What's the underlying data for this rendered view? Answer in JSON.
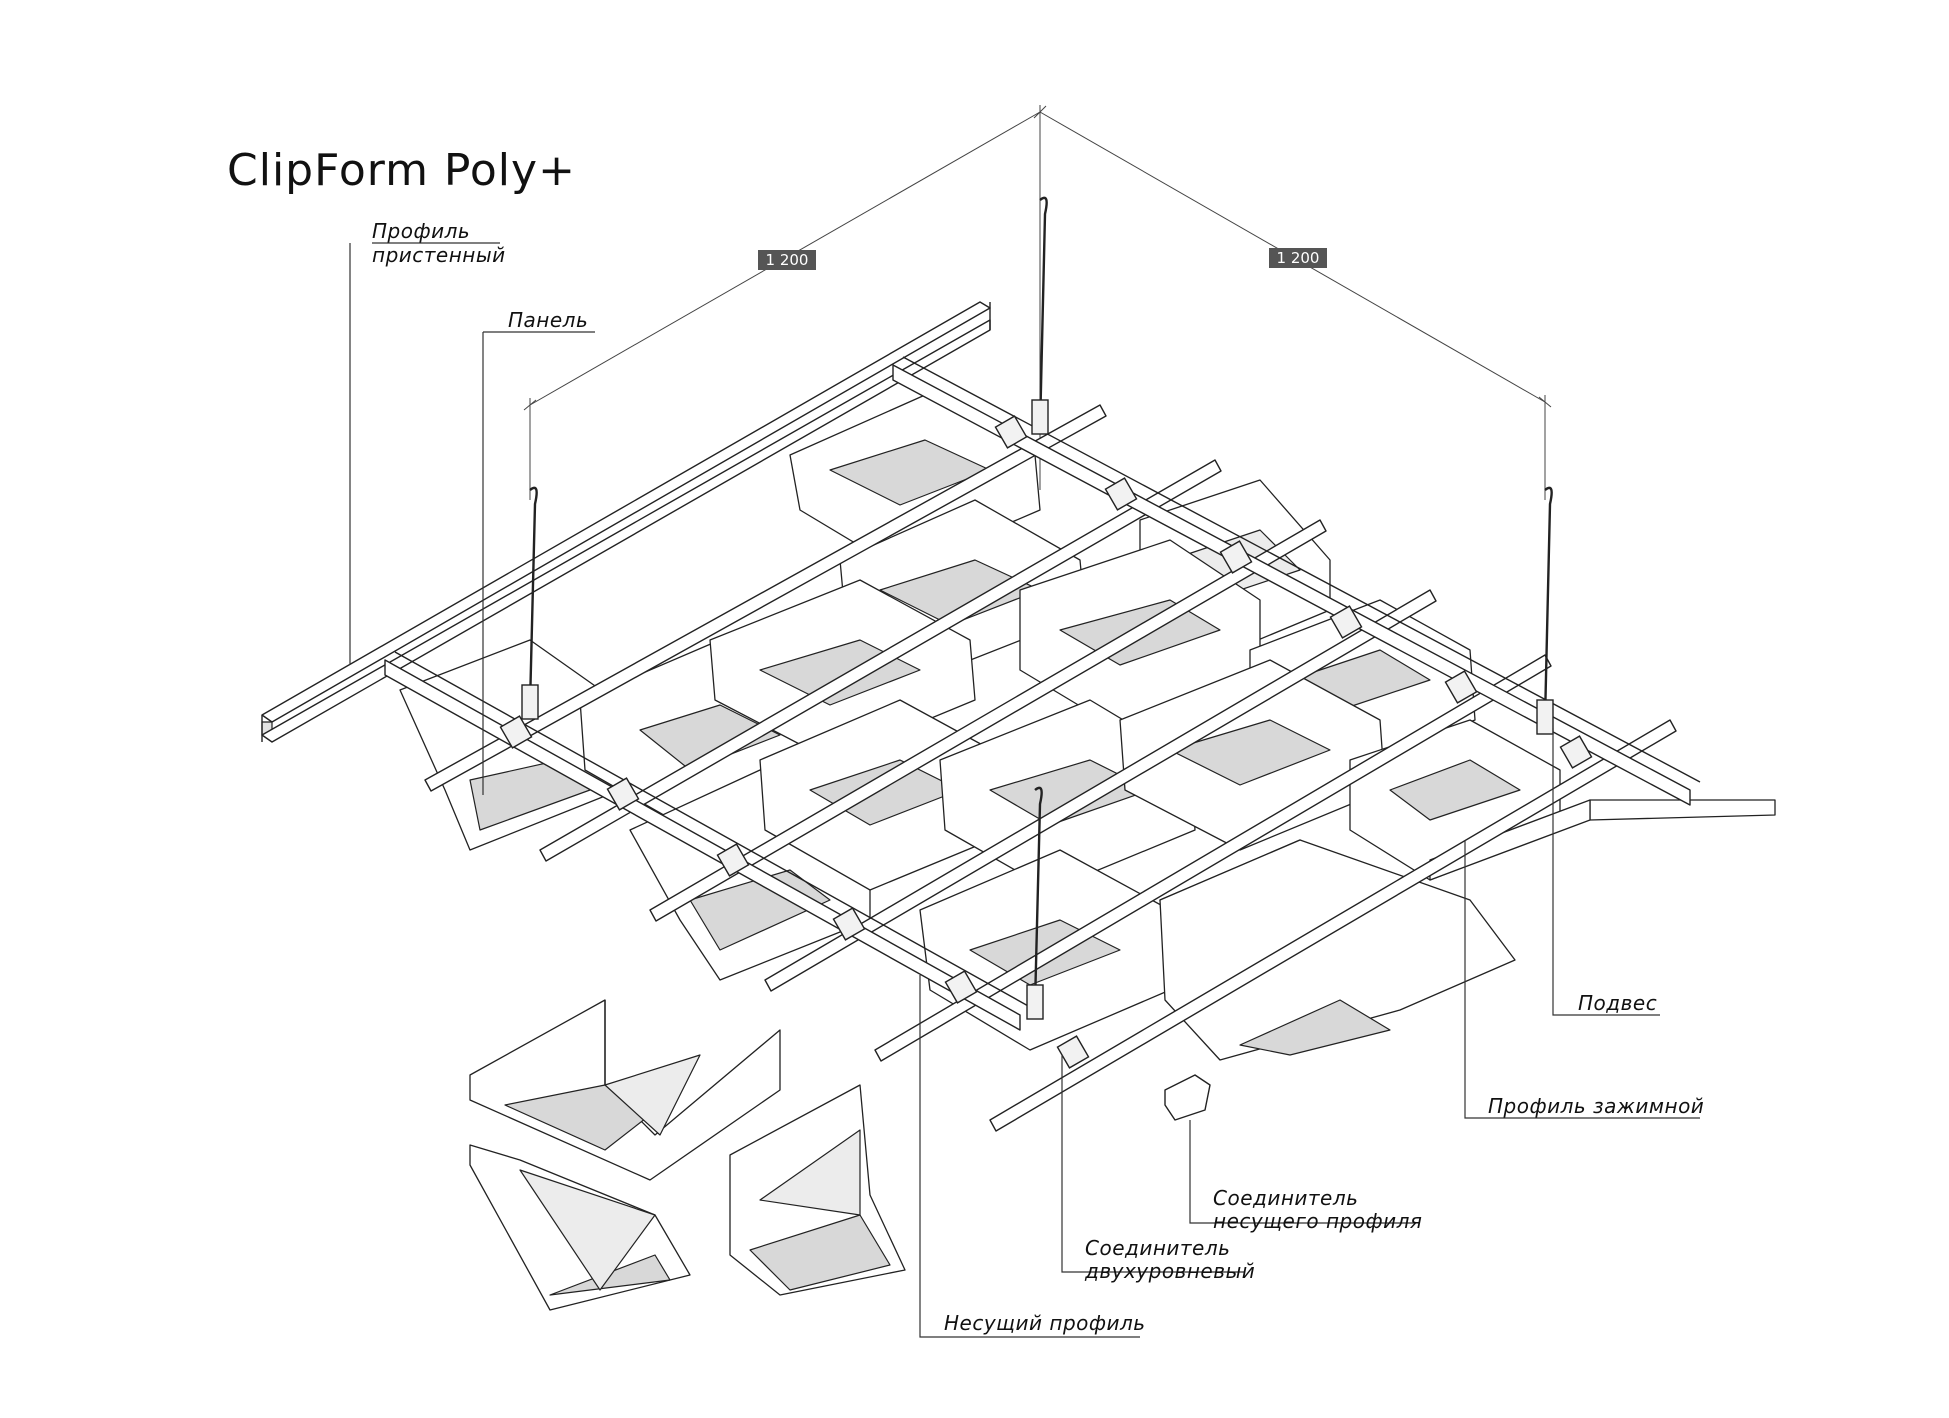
{
  "title": "ClipForm Poly+",
  "dimensions": [
    {
      "value": "1 200"
    },
    {
      "value": "1 200"
    }
  ],
  "labels": {
    "wall_profile_line1": "Профиль",
    "wall_profile_line2": "пристенный",
    "panel": "Панель",
    "hanger": "Подвес",
    "clamp_profile": "Профиль зажимной",
    "main_connector_line1": "Соединитель",
    "main_connector_line2": "несущего профиля",
    "twolevel_connector_line1": "Соединитель",
    "twolevel_connector_line2": "двухуровневый",
    "main_profile": "Несущий профиль"
  },
  "colors": {
    "line": "#222222",
    "panel_shade": "#d8d8d8",
    "dimension_badge": "#555555"
  }
}
